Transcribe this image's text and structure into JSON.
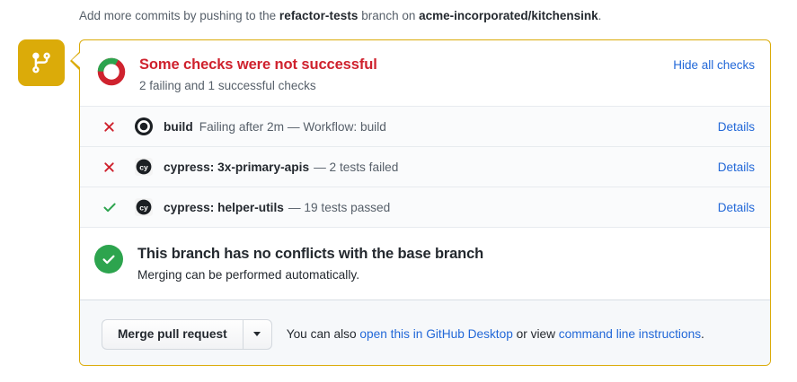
{
  "top_note": {
    "prefix": "Add more commits by pushing to the ",
    "branch": "refactor-tests",
    "middle": " branch on ",
    "repo": "acme-incorporated/kitchensink",
    "suffix": "."
  },
  "status_badge": {
    "icon": "git-branch-icon",
    "color": "#dbab09"
  },
  "checks": {
    "title": "Some checks were not successful",
    "title_color": "#cf222e",
    "subtitle": "2 failing and 1 successful checks",
    "hide_all_label": "Hide all checks",
    "donut": {
      "failing_color": "#cf222e",
      "success_color": "#2da44e",
      "failing": 2,
      "successful": 1
    },
    "rows": [
      {
        "status": "failure",
        "status_icon": "x-icon",
        "avatar_icon": "github-actions-icon",
        "name": "build",
        "description": "Failing after 2m — Workflow: build",
        "details_label": "Details"
      },
      {
        "status": "failure",
        "status_icon": "x-icon",
        "avatar_icon": "cypress-icon",
        "name": "cypress: 3x-primary-apis",
        "description": "— 2 tests failed",
        "details_label": "Details"
      },
      {
        "status": "success",
        "status_icon": "check-icon",
        "avatar_icon": "cypress-icon",
        "name": "cypress: helper-utils",
        "description": "— 19 tests passed",
        "details_label": "Details"
      }
    ]
  },
  "conflicts": {
    "icon": "check-circle-icon",
    "icon_color": "#2da44e",
    "title": "This branch has no conflicts with the base branch",
    "subtitle": "Merging can be performed automatically."
  },
  "merge_footer": {
    "merge_button_label": "Merge pull request",
    "dropdown_icon": "chevron-down-icon",
    "note_prefix": "You can also ",
    "desktop_link": "open this in GitHub Desktop",
    "note_middle": " or view ",
    "cli_link": "command line instructions",
    "note_suffix": "."
  }
}
